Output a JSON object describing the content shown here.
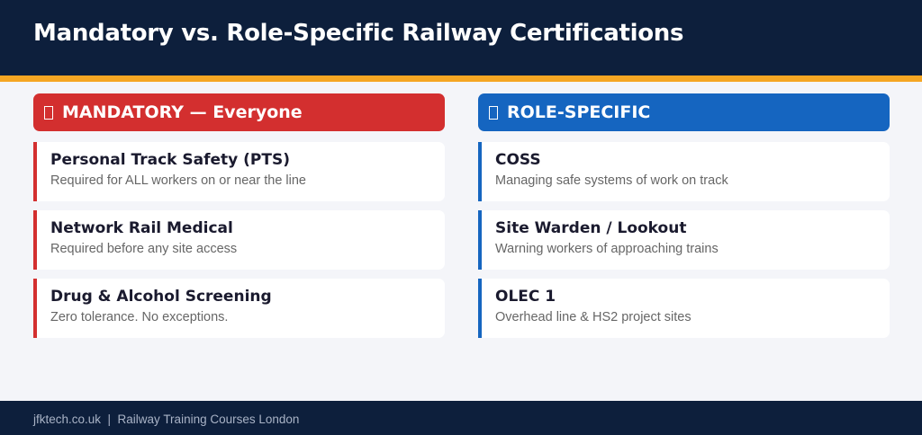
{
  "title": "Mandatory vs. Role-Specific Railway Certifications",
  "mandatory": {
    "heading": "MANDATORY — Everyone",
    "items": [
      {
        "title": "Personal Track Safety (PTS)",
        "desc": "Required for ALL workers on or near the line"
      },
      {
        "title": "Network Rail Medical",
        "desc": "Required before any site access"
      },
      {
        "title": "Drug & Alcohol Screening",
        "desc": "Zero tolerance. No exceptions."
      }
    ]
  },
  "role": {
    "heading": "ROLE-SPECIFIC",
    "items": [
      {
        "title": "COSS",
        "desc": "Managing safe systems of work on track"
      },
      {
        "title": "Site Warden / Lookout",
        "desc": "Warning workers of approaching trains"
      },
      {
        "title": "OLEC 1",
        "desc": "Overhead line & HS2 project sites"
      }
    ]
  },
  "footer": "jfktech.co.uk  |  Railway Training Courses London",
  "colors": {
    "navy": "#0d1f3c",
    "accent": "#f5a623",
    "mandatory": "#d32f2f",
    "role": "#1565c0"
  }
}
